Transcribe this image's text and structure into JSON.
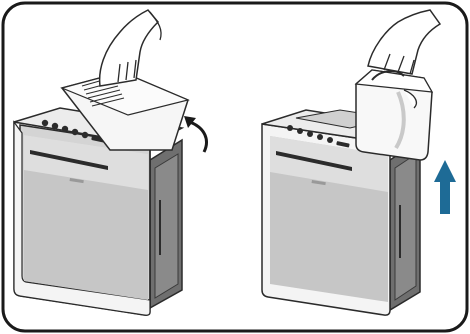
{
  "illustration": {
    "panels": [
      {
        "id": "left",
        "action": "lift-lid",
        "arrow": "curved-rotate-icon"
      },
      {
        "id": "right",
        "action": "remove-water-tank",
        "arrow": "up-arrow-icon"
      }
    ],
    "colors": {
      "frame": "#1a1a1a",
      "body_light": "#f2f2f2",
      "body_mid": "#cfcfcf",
      "body_dark": "#8c8c8c",
      "body_shadow": "#5e5e5e",
      "outline": "#2b2b2b",
      "accent_arrow": "#1e6b96"
    }
  }
}
